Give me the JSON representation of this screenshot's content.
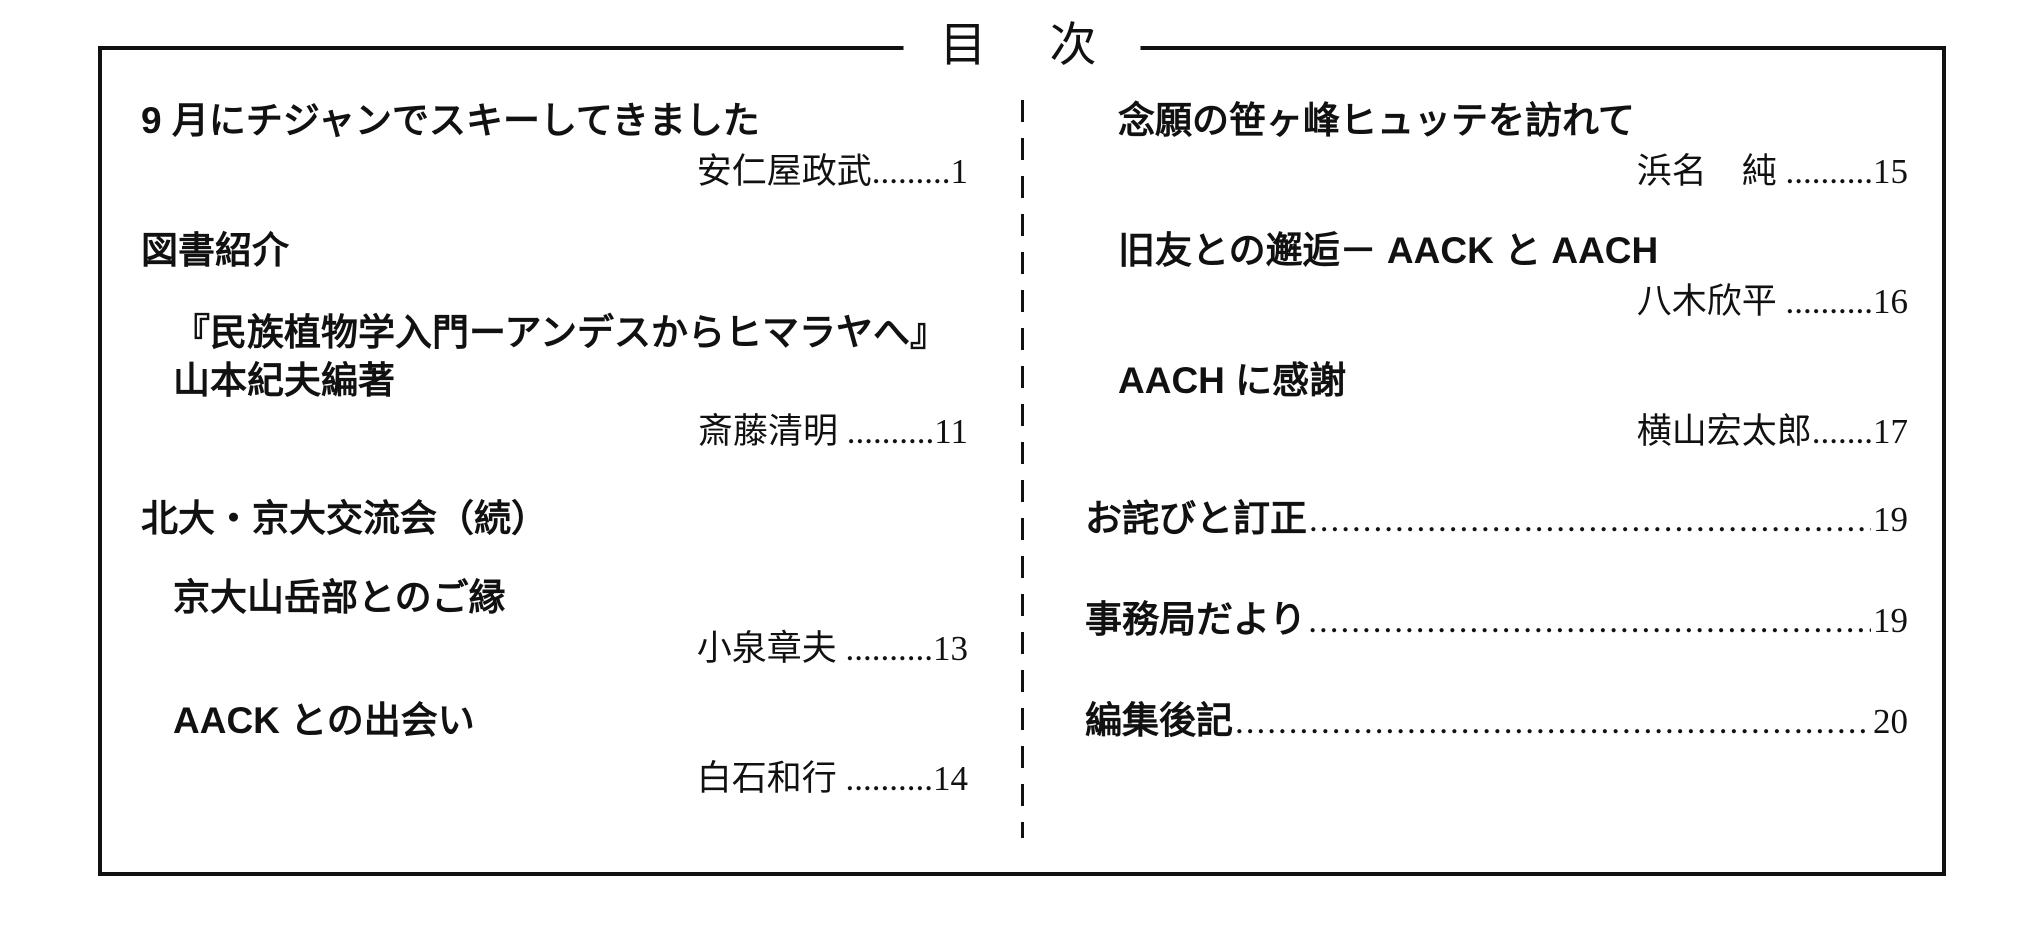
{
  "title": "目　次",
  "left": {
    "items": [
      {
        "title": "9 月にチジャンでスキーしてきました",
        "author_line": "安仁屋政武.........1"
      },
      {
        "title": "図書紹介"
      },
      {
        "line1": "『民族植物学入門ーアンデスからヒマラヤへ』",
        "line2": "山本紀夫編著",
        "author_line": "斎藤清明 ..........11"
      },
      {
        "title": "北大・京大交流会（続）"
      },
      {
        "title": "京大山岳部とのご縁",
        "author_line": "小泉章夫 ..........13"
      },
      {
        "title": "AACK との出会い",
        "author_line": "白石和行 ..........14"
      }
    ]
  },
  "right": {
    "items": [
      {
        "title": "念願の笹ヶ峰ヒュッテを訪れて",
        "author_line": "浜名　純 ..........15"
      },
      {
        "title": "旧友との邂逅－ AACK と AACH",
        "author_line": "八木欣平 ..........16"
      },
      {
        "title": "AACH に感謝",
        "author_line": "横山宏太郎.......17"
      },
      {
        "title": "お詫びと訂正",
        "page": "19"
      },
      {
        "title": "事務局だより",
        "page": "19"
      },
      {
        "title": "編集後記",
        "page": "20"
      }
    ],
    "leader_dots": "...................................................................................................................."
  }
}
